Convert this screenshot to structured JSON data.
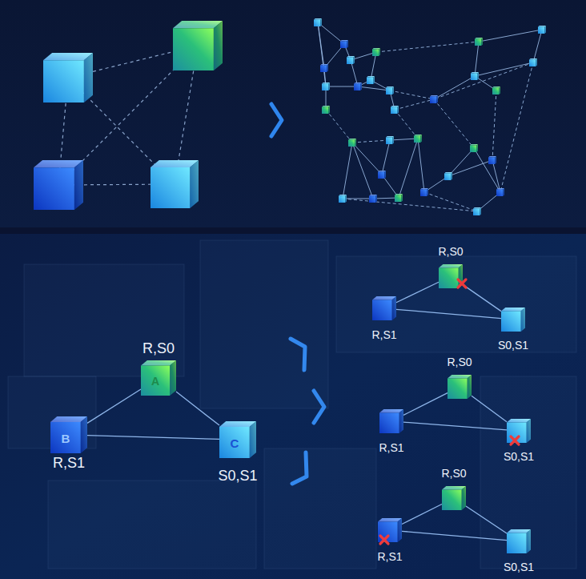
{
  "diagram": {
    "nodes": [
      {
        "text": [
          "A",
          "R,S0"
        ]
      },
      {
        "text": [
          "B",
          "R,S1"
        ]
      },
      {
        "text": [
          "C",
          "S0,S1"
        ]
      },
      {
        "text": [
          "R,S0"
        ]
      },
      {
        "text": [
          "R,S1"
        ]
      },
      {
        "text": [
          "S0,S1"
        ]
      },
      {
        "text": [
          "R,S0"
        ]
      },
      {
        "text": [
          "R,S1"
        ]
      },
      {
        "text": [
          "S0,S1"
        ]
      },
      {
        "text": [
          "R,S0"
        ]
      },
      {
        "text": [
          "R,S1"
        ]
      },
      {
        "text": [
          "S0,S1"
        ]
      }
    ],
    "edges": [
      {
        "from": 0,
        "to": 1,
        "arrow": "none"
      },
      {
        "from": 0,
        "to": 2,
        "arrow": "none"
      },
      {
        "from": 1,
        "to": 2,
        "arrow": "none"
      },
      {
        "from": 3,
        "to": 4,
        "arrow": "none"
      },
      {
        "from": 3,
        "to": 5,
        "arrow": "none"
      },
      {
        "from": 4,
        "to": 5,
        "arrow": "none"
      },
      {
        "from": 6,
        "to": 7,
        "arrow": "none"
      },
      {
        "from": 6,
        "to": 8,
        "arrow": "none"
      },
      {
        "from": 7,
        "to": 8,
        "arrow": "none"
      },
      {
        "from": 9,
        "to": 10,
        "arrow": "none"
      },
      {
        "from": 9,
        "to": 11,
        "arrow": "none"
      },
      {
        "from": 10,
        "to": 11,
        "arrow": "none"
      }
    ]
  }
}
